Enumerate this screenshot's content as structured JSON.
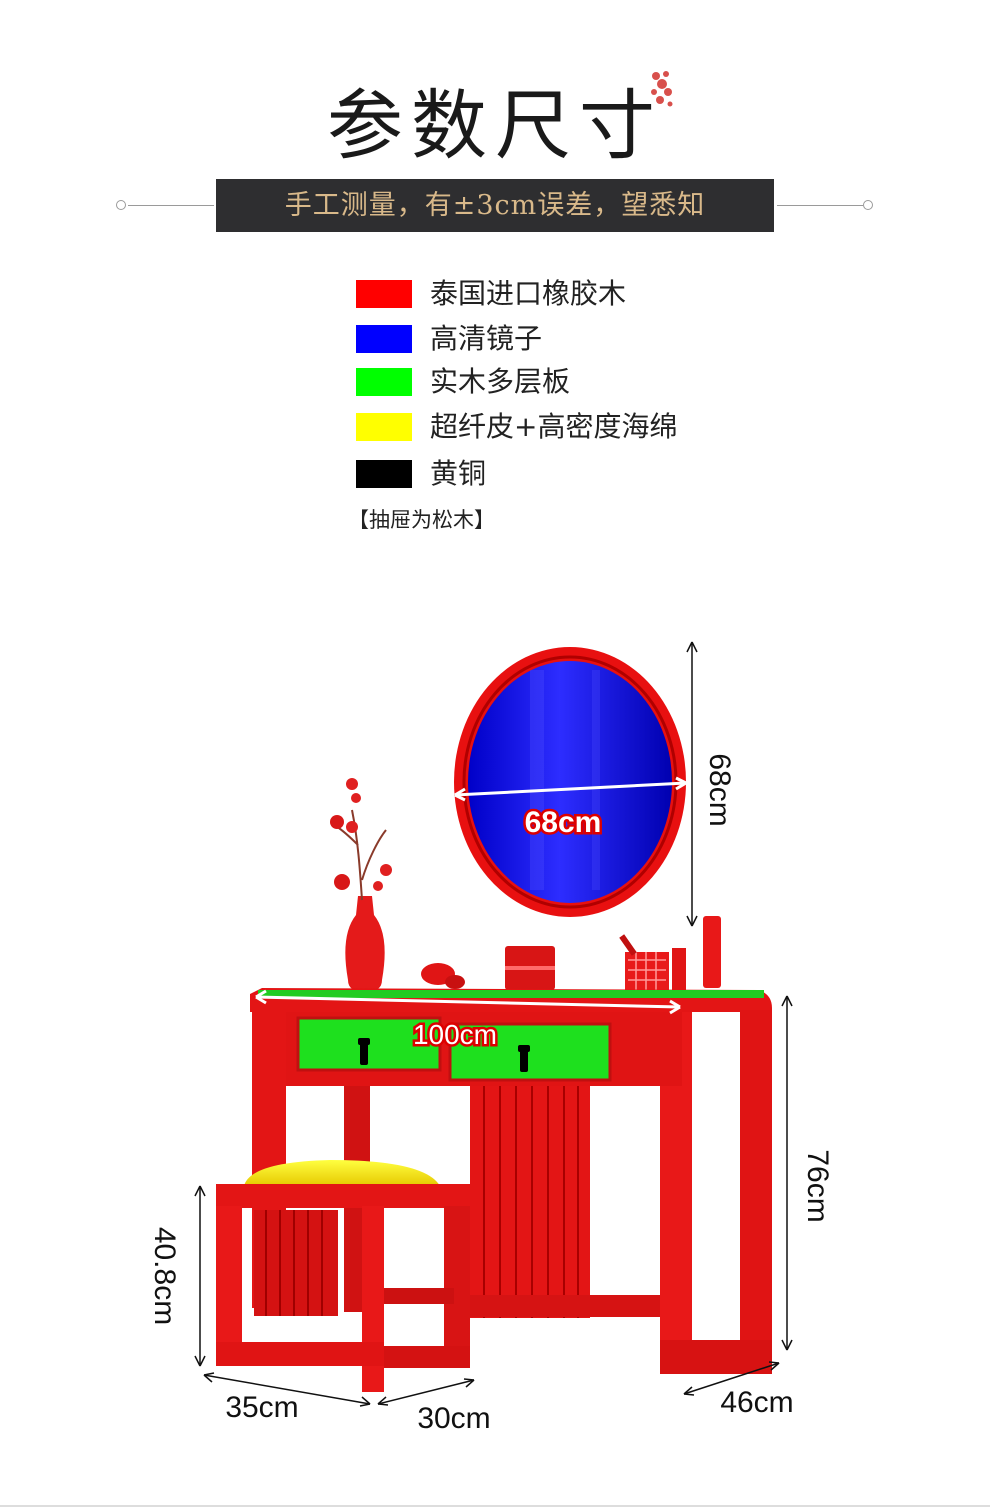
{
  "header": {
    "title": "参数尺寸",
    "subtitle": "手工测量，有±3cm误差，望悉知"
  },
  "legend": [
    {
      "label": "泰国进口橡胶木",
      "color": "#ff0000"
    },
    {
      "label": "高清镜子",
      "color": "#0000ff"
    },
    {
      "label": "实木多层板",
      "color": "#00ff00"
    },
    {
      "label": "超纤皮+高密度海绵",
      "color": "#ffff00"
    },
    {
      "label": "黄铜",
      "color": "#000000"
    }
  ],
  "note": "【抽屉为松木】",
  "dimensions": {
    "mirror_width": "68cm",
    "mirror_height": "68cm",
    "table_width": "100cm",
    "table_height": "76cm",
    "table_depth": "46cm",
    "stool_height": "40.8cm",
    "stool_width": "35cm",
    "stool_depth": "30cm"
  },
  "colors": {
    "frame": "#ee1111",
    "frame_dark": "#b80000",
    "mirror": "#1a1aff",
    "drawer": "#00ee00",
    "cushion": "#ffee00",
    "brass": "#000000",
    "banner_bg": "#2e2e30",
    "banner_text": "#d9b98a"
  }
}
